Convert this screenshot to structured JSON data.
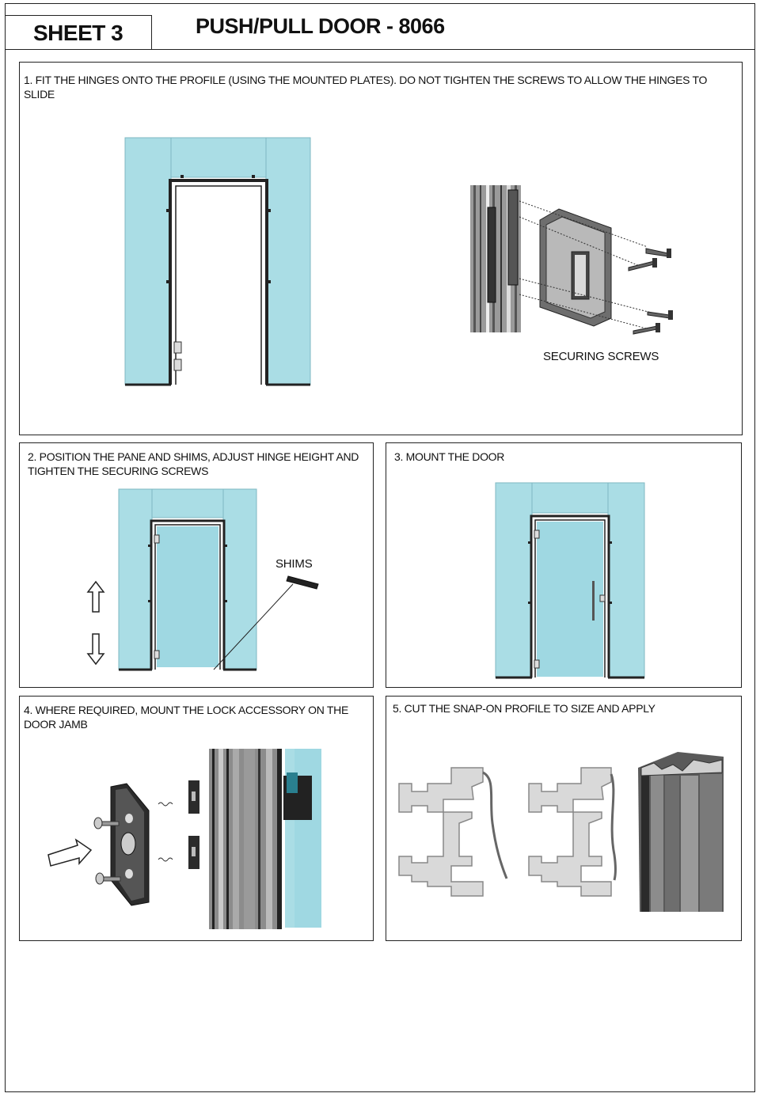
{
  "header": {
    "sheet_label": "SHEET 3",
    "title": "PUSH/PULL DOOR - 8066"
  },
  "steps": [
    {
      "text": "1. FIT THE HINGES ONTO THE PROFILE (USING THE MOUNTED PLATES). DO NOT TIGHTEN THE SCREWS TO ALLOW THE HINGES TO SLIDE",
      "callout": "SECURING SCREWS"
    },
    {
      "text": "2. POSITION THE PANE AND SHIMS, ADJUST HINGE HEIGHT AND TIGHTEN THE SECURING SCREWS",
      "callout": "SHIMS"
    },
    {
      "text": "3. MOUNT THE DOOR"
    },
    {
      "text": "4. WHERE REQUIRED, MOUNT THE LOCK ACCESSORY ON THE DOOR JAMB"
    },
    {
      "text": "5. CUT THE SNAP-ON PROFILE TO SIZE AND APPLY"
    }
  ],
  "colors": {
    "glass": "#aadde5",
    "glass_dark": "#8fcbd6",
    "frame": "#222222",
    "metal": "#8c8c8c",
    "metal_light": "#c9c9c9"
  }
}
